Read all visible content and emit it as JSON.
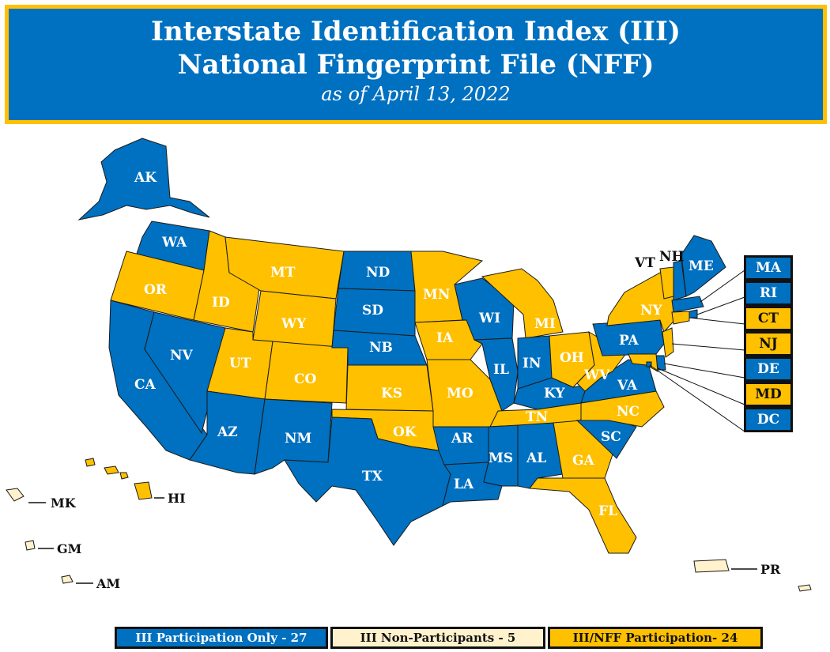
{
  "title": {
    "line1": "Interstate Identification Index (III)",
    "line2": "National Fingerprint File (NFF)",
    "line3": "as of April 13, 2022"
  },
  "colors": {
    "iii_only": "#0070c0",
    "nff": "#ffc000",
    "non_participant": "#fff2cc",
    "title_border": "#ffc000"
  },
  "states": {
    "AK": "AK",
    "WA": "WA",
    "OR": "OR",
    "CA": "CA",
    "NV": "NV",
    "ID": "ID",
    "MT": "MT",
    "WY": "WY",
    "UT": "UT",
    "AZ": "AZ",
    "CO": "CO",
    "NM": "NM",
    "ND": "ND",
    "SD": "SD",
    "NB": "NB",
    "KS": "KS",
    "OK": "OK",
    "TX": "TX",
    "MN": "MN",
    "IA": "IA",
    "MO": "MO",
    "AR": "AR",
    "LA": "LA",
    "WI": "WI",
    "IL": "IL",
    "MI": "MI",
    "IN": "IN",
    "OH": "OH",
    "KY": "KY",
    "TN": "TN",
    "MS": "MS",
    "AL": "AL",
    "GA": "GA",
    "FL": "FL",
    "SC": "SC",
    "NC": "NC",
    "VA": "VA",
    "WV": "WV",
    "PA": "PA",
    "NY": "NY",
    "VT": "VT",
    "NH": "NH",
    "ME": "ME",
    "HI": "HI",
    "MK": "MK",
    "GM": "GM",
    "AM": "AM",
    "PR": "PR"
  },
  "side_labels": [
    "MA",
    "RI",
    "CT",
    "NJ",
    "DE",
    "MD",
    "DC"
  ],
  "legend": {
    "iii_only": "III Participation Only - 27",
    "non_participants": "III Non-Participants - 5",
    "nff": "III/NFF Participation- 24"
  }
}
